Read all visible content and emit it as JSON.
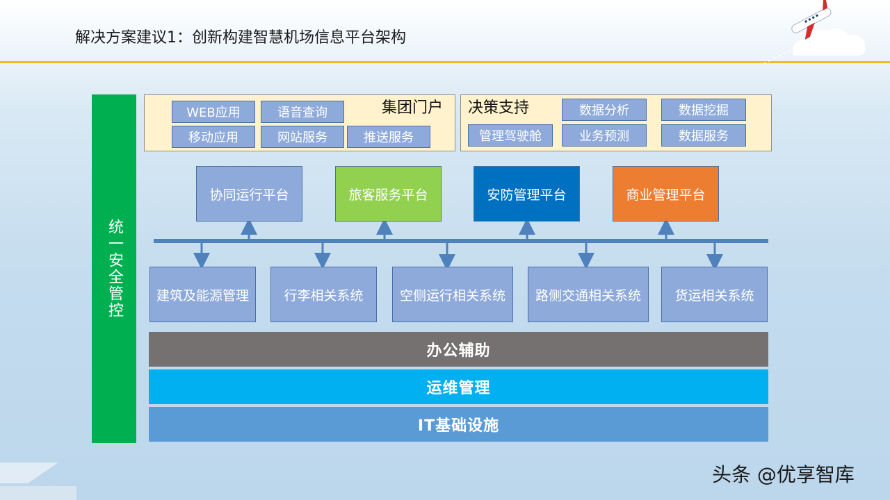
{
  "slide": {
    "title": "解决方案建议1：创新构建智慧机场信息平台架构",
    "watermark": "头条 @优享智库"
  },
  "side_label": "统一安全管控",
  "portal": {
    "group_label": "集团门户",
    "group_items": [
      "WEB应用",
      "语音查询",
      "移动应用",
      "网站服务",
      "推送服务"
    ],
    "decision_label": "决策支持",
    "decision_items": [
      "数据分析",
      "数据挖掘",
      "管理驾驶舱",
      "业务预测",
      "数据服务"
    ]
  },
  "platforms": [
    {
      "label": "协同运行平台",
      "color": "#8eaadb"
    },
    {
      "label": "旅客服务平台",
      "color": "#92d050"
    },
    {
      "label": "安防管理平台",
      "color": "#0070c0"
    },
    {
      "label": "商业管理平台",
      "color": "#ed7d31"
    }
  ],
  "systems": [
    "建筑及能源管理",
    "行李相关系统",
    "空侧运行相关系统",
    "路侧交通相关系统",
    "货运相关系统"
  ],
  "bands": [
    {
      "label": "办公辅助",
      "color": "#767171"
    },
    {
      "label": "运维管理",
      "color": "#00b0f0"
    },
    {
      "label": "IT基础设施",
      "color": "#5b9bd5"
    }
  ],
  "colors": {
    "accent_line": "#f0bd1e",
    "bus": "#4f81bd",
    "side": "#00b050",
    "portal_bg": "#fff2cc"
  },
  "icons": [
    "airplane-icon",
    "cloud-icon"
  ]
}
